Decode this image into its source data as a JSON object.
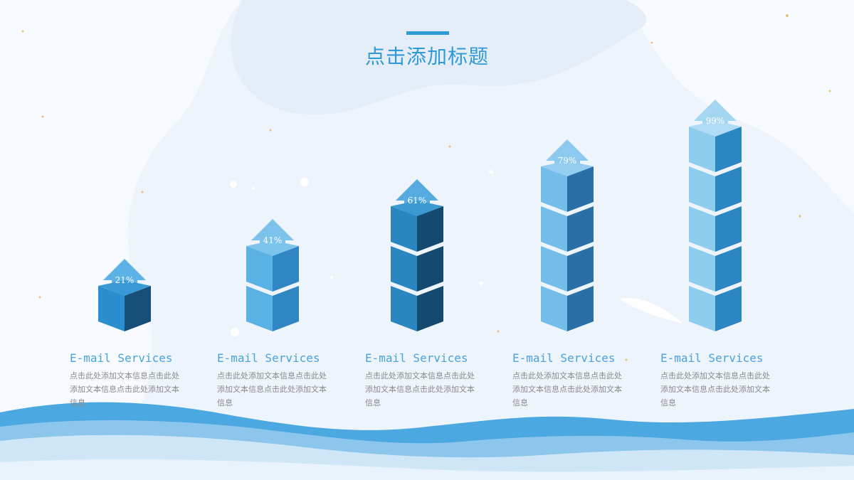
{
  "title": "点击添加标题",
  "colors": {
    "accent": "#2f9ad6",
    "background": "#eef4fb",
    "wave_light": "#cfe6f7",
    "wave_mid": "#8cc6ec",
    "wave_dark": "#4ba8e0"
  },
  "chart_data": {
    "type": "bar",
    "categories": [
      "E-mail Services",
      "E-mail Services",
      "E-mail Services",
      "E-mail Services",
      "E-mail Services"
    ],
    "values": [
      21,
      41,
      61,
      79,
      99
    ],
    "value_labels": [
      "21%",
      "41%",
      "61%",
      "79%",
      "99%"
    ],
    "cube_counts": [
      1,
      2,
      3,
      4,
      5
    ],
    "ylim": [
      0,
      100
    ],
    "grid": false,
    "colors": [
      {
        "front": "#2a8ecf",
        "side": "#174f78",
        "top": "#3a9ad6",
        "arrow": "#5cb2e4"
      },
      {
        "front": "#5ab1e3",
        "side": "#2f86c2",
        "top": "#7cc4ec",
        "arrow": "#7cc2ea"
      },
      {
        "front": "#2b86bf",
        "side": "#144a70",
        "top": "#3d9ad0",
        "arrow": "#56ace0"
      },
      {
        "front": "#74bde8",
        "side": "#2a6fa6",
        "top": "#94cdf0",
        "arrow": "#8cc9ee"
      },
      {
        "front": "#8fcdef",
        "side": "#2c86c2",
        "top": "#b0dcf5",
        "arrow": "#a4d6f2"
      }
    ]
  },
  "items": [
    {
      "title": "E-mail Services",
      "desc": "点击此处添加文本信息点击此处添加文本信息点击此处添加文本信息"
    },
    {
      "title": "E-mail Services",
      "desc": "点击此处添加文本信息点击此处添加文本信息点击此处添加文本信息"
    },
    {
      "title": "E-mail Services",
      "desc": "点击此处添加文本信息点击此处添加文本信息点击此处添加文本信息"
    },
    {
      "title": "E-mail Services",
      "desc": "点击此处添加文本信息点击此处添加文本信息点击此处添加文本信息"
    },
    {
      "title": "E-mail Services",
      "desc": "点击此处添加文本信息点击此处添加文本信息点击此处添加文本信息"
    }
  ]
}
